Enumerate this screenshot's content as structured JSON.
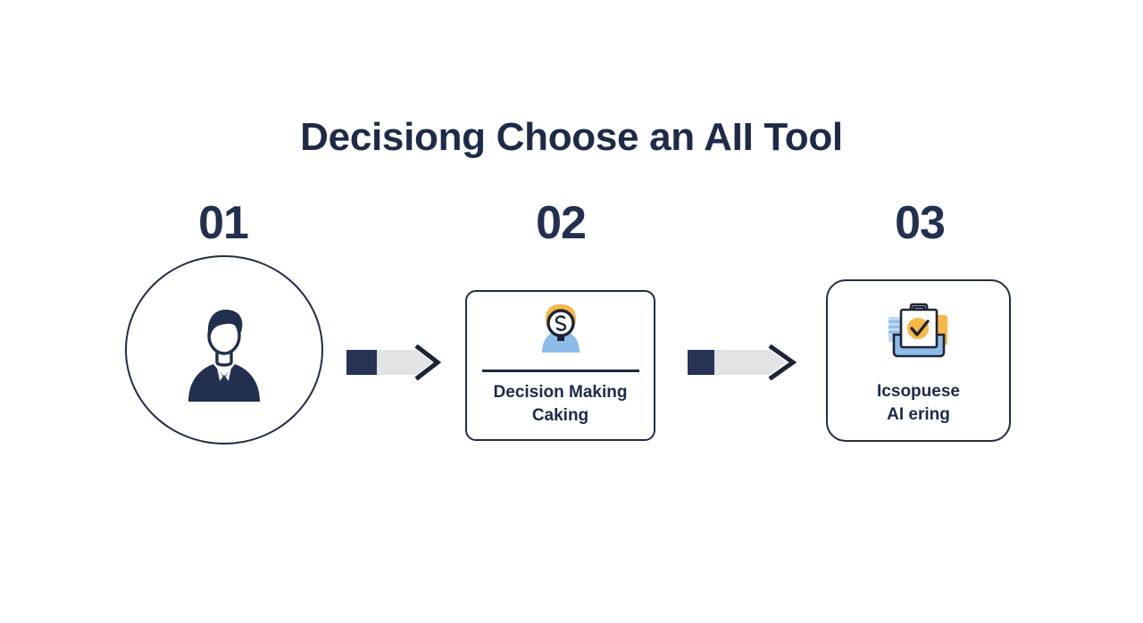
{
  "page": {
    "background_color": "#ffffff",
    "title": "Decisiong Choose an AII Tool"
  },
  "colors": {
    "navy": "#1e2a4a",
    "navy_border": "#222c44",
    "arrow_block": "#273355",
    "arrow_bar": "#e2e3e5",
    "orange": "#f5b13d",
    "orange_light": "#fbc96b",
    "blue": "#8fbcec",
    "blue_light": "#bcd9f5"
  },
  "flow": {
    "steps": [
      {
        "number": "01",
        "shape": "circle",
        "icon": "businessman-icon",
        "label": "",
        "label_line2": ""
      },
      {
        "number": "02",
        "shape": "rounded-card",
        "icon": "person-search-icon",
        "label": "Decision Making",
        "label_line2": "Caking"
      },
      {
        "number": "03",
        "shape": "rounded-card",
        "icon": "clipboard-check-icon",
        "label": "Icsopuese",
        "label_line2": "AI ering"
      }
    ],
    "connectors": [
      {
        "name": "arrow-1",
        "icon": "right-arrow-icon"
      },
      {
        "name": "arrow-2",
        "icon": "right-arrow-icon"
      }
    ]
  }
}
